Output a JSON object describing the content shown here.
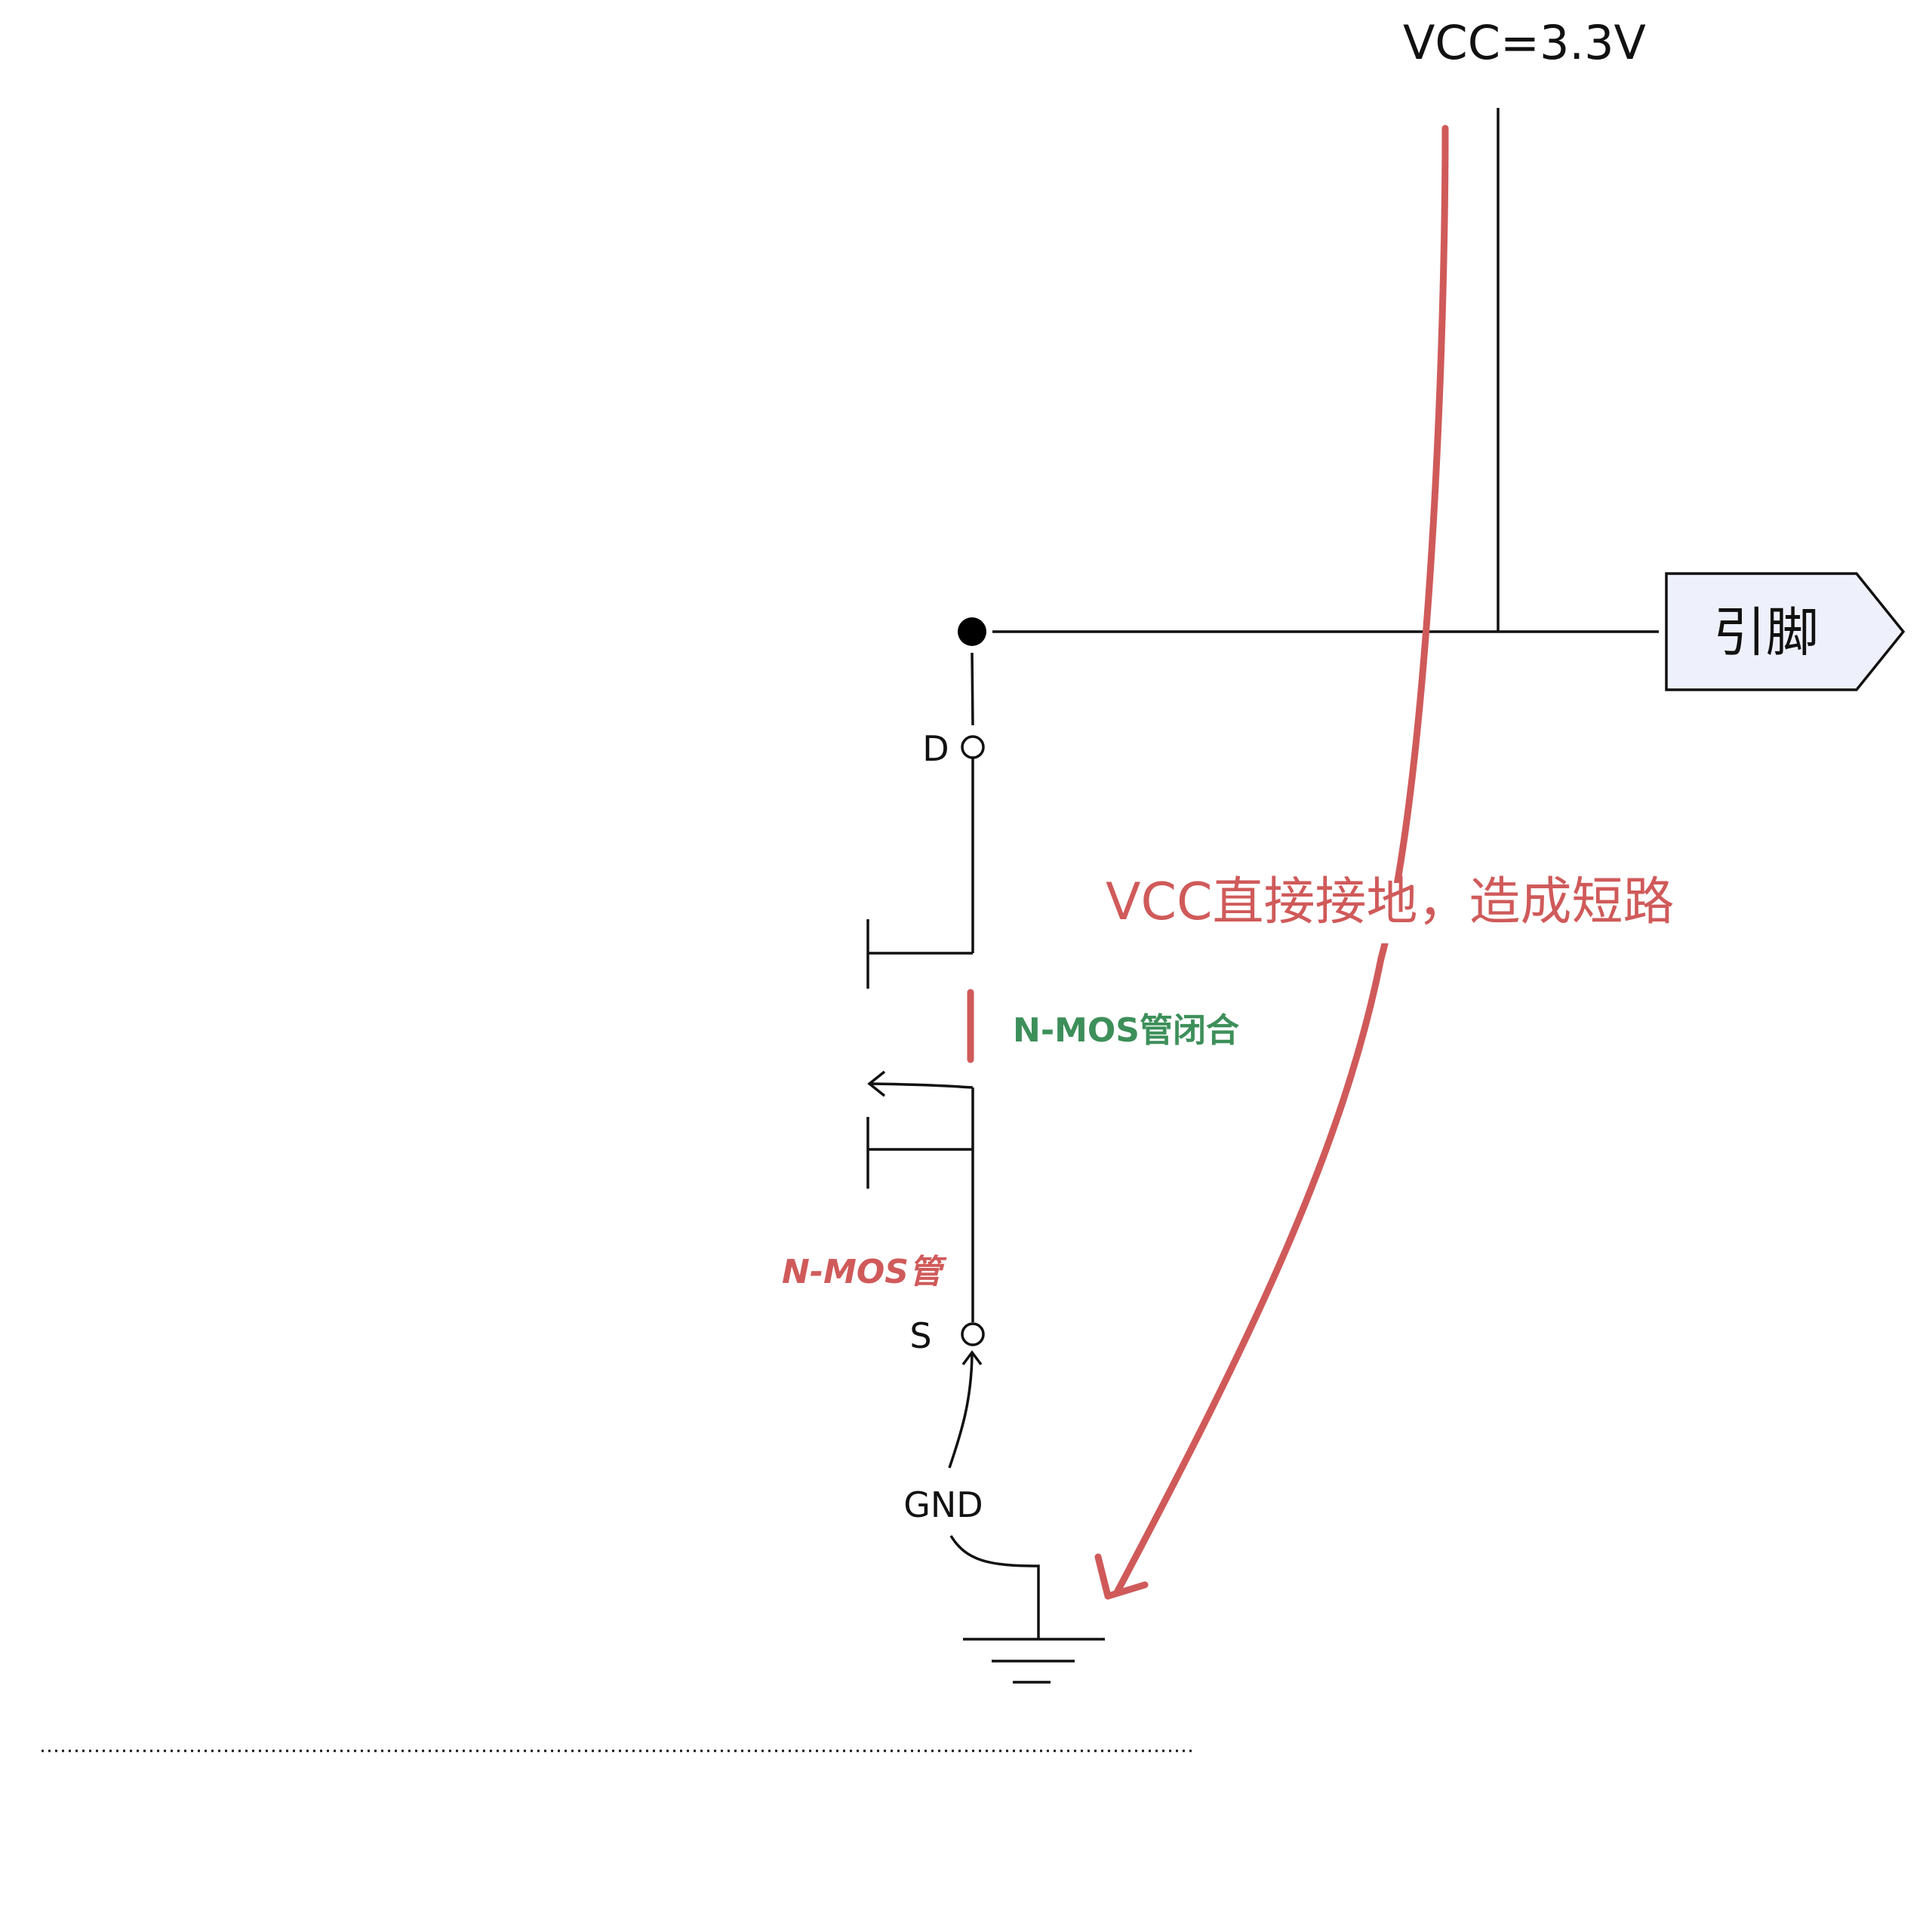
{
  "labels": {
    "vcc": "VCC=3.3V",
    "pin": "引脚",
    "drain": "D",
    "source": "S",
    "gnd": "GND",
    "mos_state": "N-MOS管闭合",
    "mos_name": "N-MOS管",
    "short_note": "VCC直接接地，造成短路"
  },
  "colors": {
    "wire": "#111111",
    "highlight": "#d05a5a",
    "state_green": "#3d8f5a",
    "pin_fill": "#eef0fb"
  }
}
